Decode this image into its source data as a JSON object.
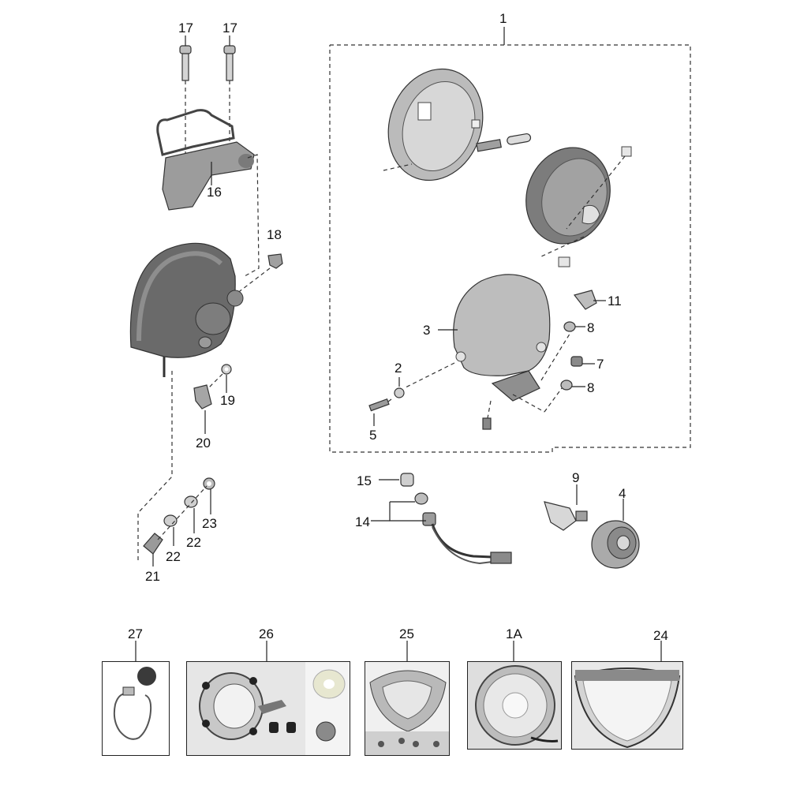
{
  "callouts": {
    "c1": "1",
    "c1a": "1A",
    "c2": "2",
    "c3": "3",
    "c4": "4",
    "c5": "5",
    "c7": "7",
    "c8a": "8",
    "c8b": "8",
    "c9": "9",
    "c11": "11",
    "c14": "14",
    "c15": "15",
    "c16": "16",
    "c17a": "17",
    "c17b": "17",
    "c18": "18",
    "c19": "19",
    "c20": "20",
    "c21": "21",
    "c22a": "22",
    "c22b": "22",
    "c23": "23",
    "c24": "24",
    "c25": "25",
    "c26": "26",
    "c27": "27"
  },
  "colors": {
    "part_fill": "#a9a9a9",
    "part_dark": "#6e6e6e",
    "part_light": "#cfcfcf",
    "line": "#333333"
  },
  "icons": {
    "assembly": "headlight-exploded-view",
    "photo_27": "wiring-harness-photo",
    "photo_26": "mounting-ring-kit-photo",
    "photo_25": "reflector-photo",
    "photo_1a": "headlight-lens-photo",
    "photo_24": "chrome-rim-photo"
  }
}
